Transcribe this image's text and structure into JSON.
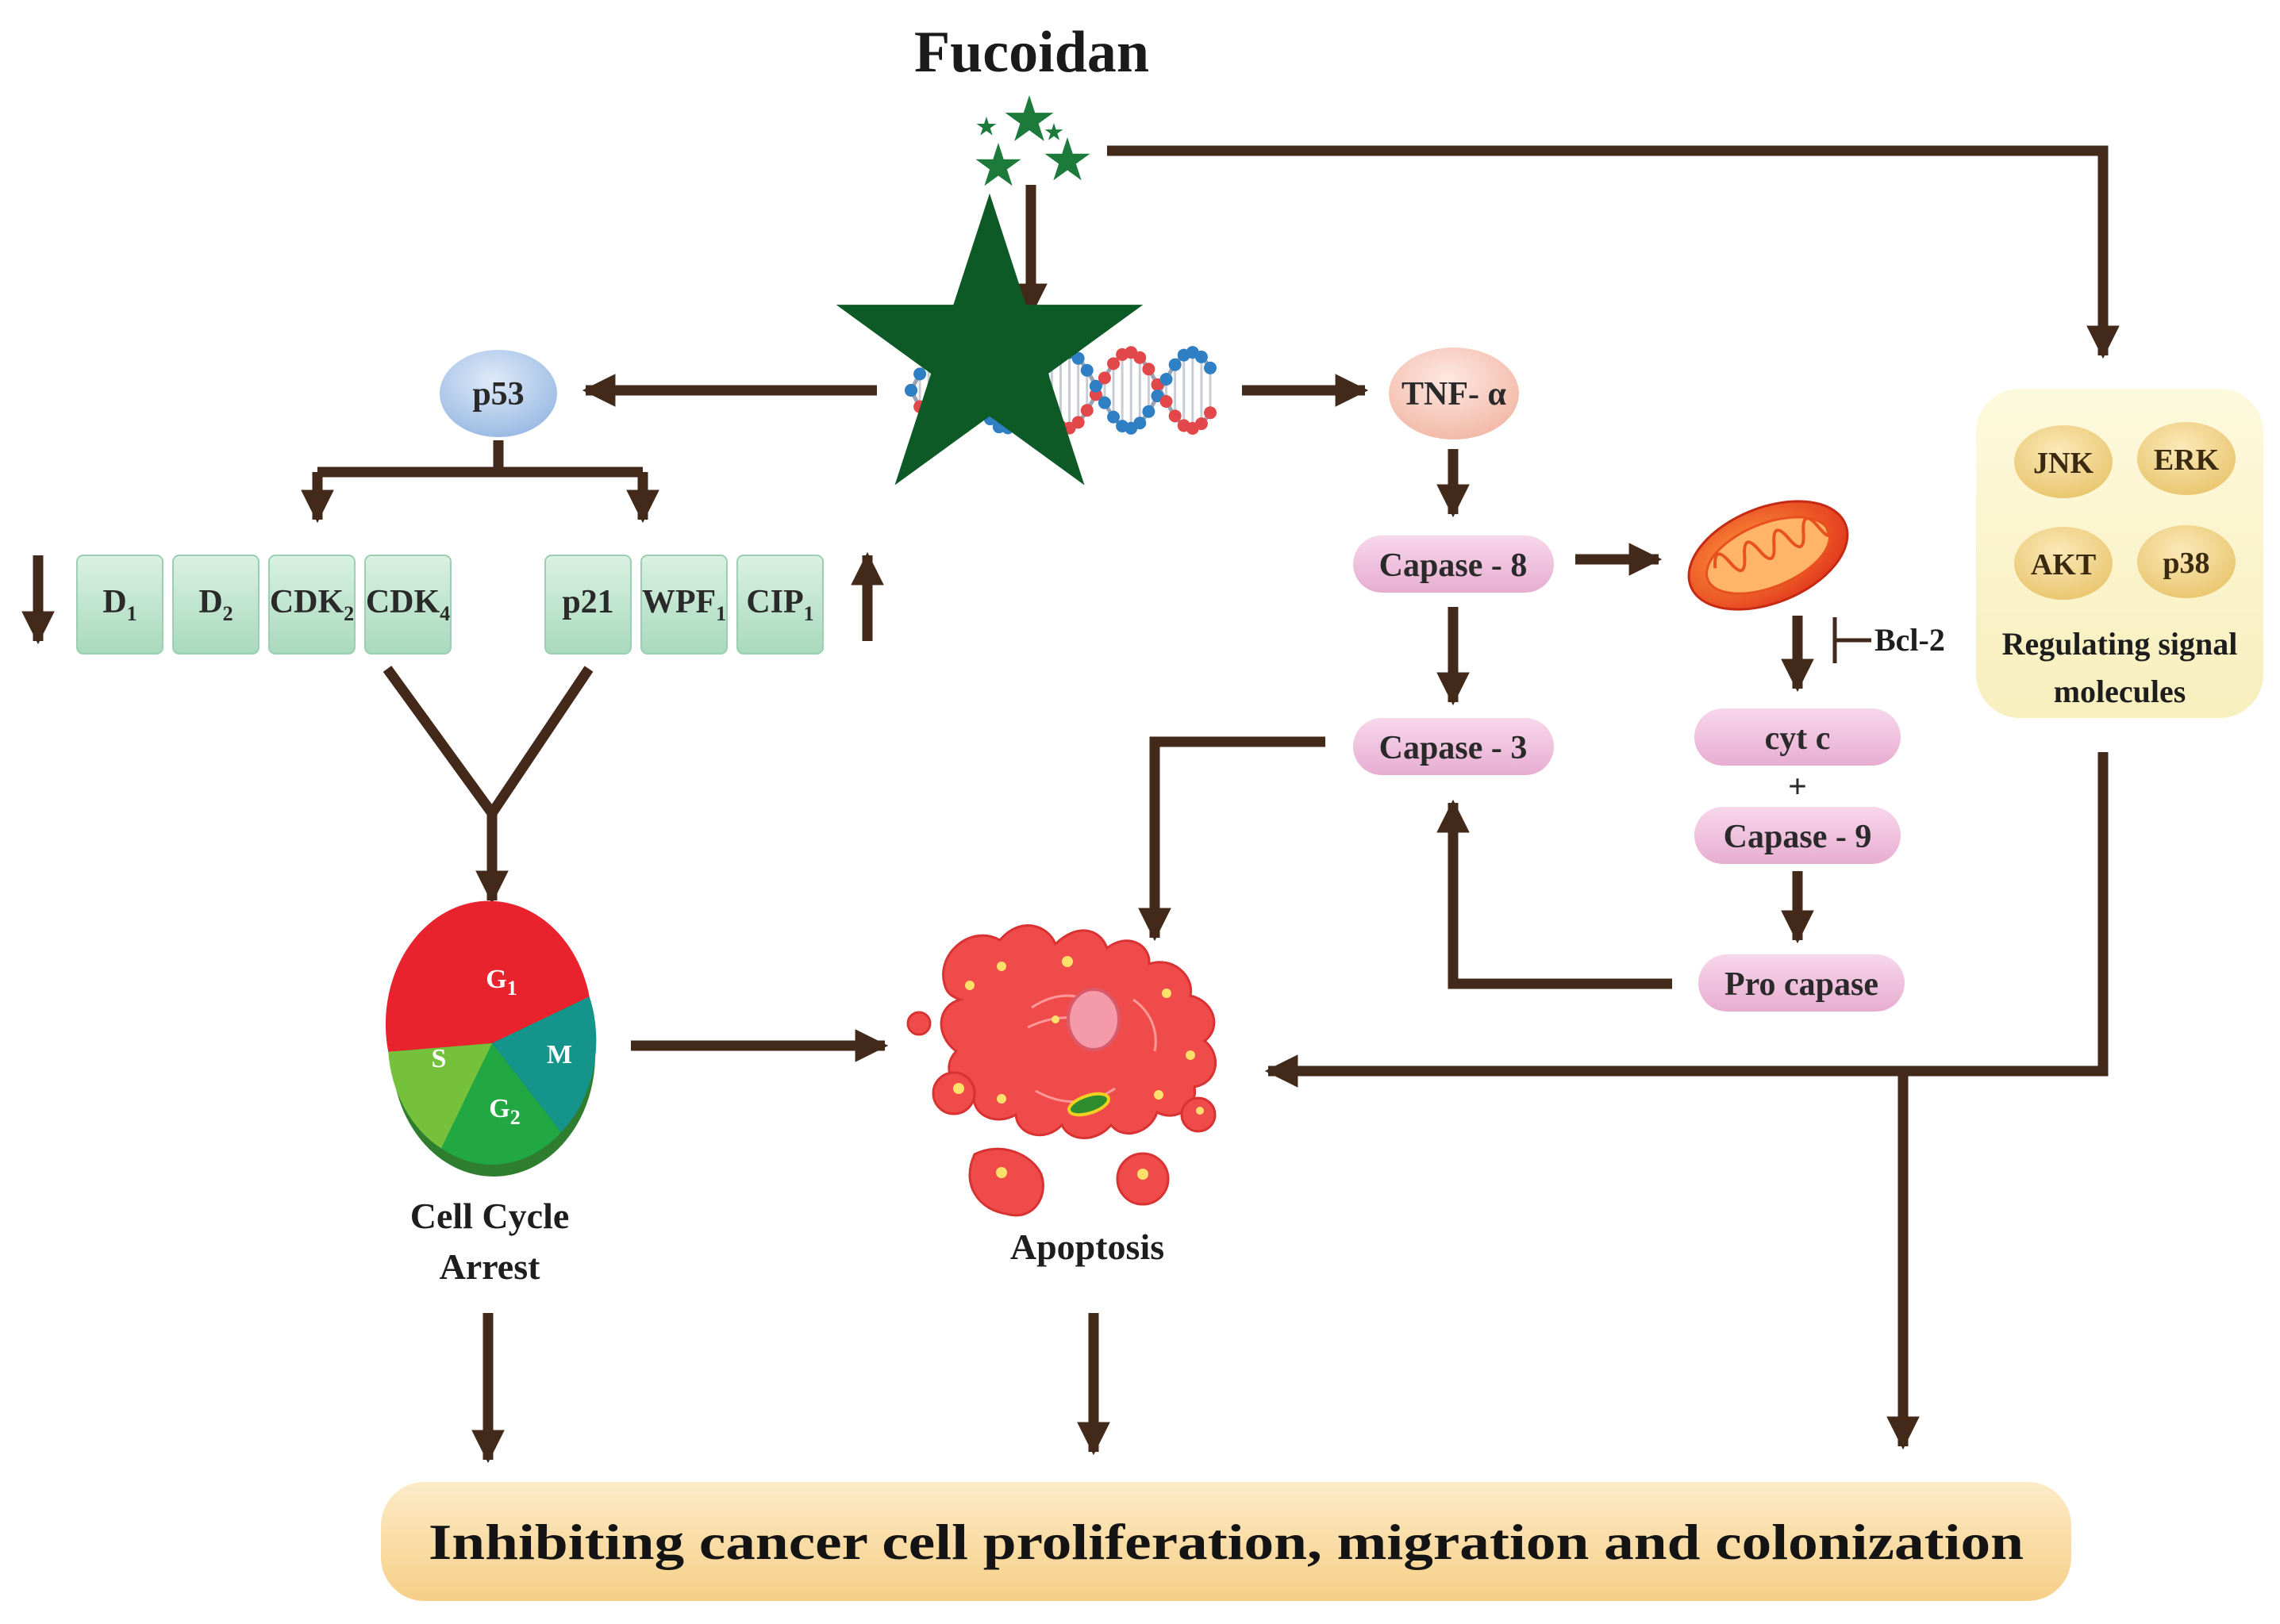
{
  "title": "Fucoidan",
  "colors": {
    "arrow": "#43291a",
    "star": "#1c7a3a",
    "p53": "#a9c6ea",
    "tnf": "#f7c9bc",
    "capase": "#f0c4df",
    "cyclin_box": "#bfe5cf",
    "kinase": "#f2d68e",
    "panel": "#fbf5cf",
    "banner": "#f8d79c",
    "pie_g1": "#e8232e",
    "pie_m": "#14948a",
    "pie_g2": "#21a843",
    "pie_s": "#75c13c",
    "apoptosis": "#ef4b4b"
  },
  "nodes": {
    "p53": "p53",
    "tnf": "TNF- α",
    "capase8": "Capase - 8",
    "capase3": "Capase - 3",
    "cytc": "cyt c",
    "plus": "+",
    "capase9": "Capase - 9",
    "procapase": "Pro capase",
    "bcl2": "Bcl-2"
  },
  "cyclins_down": [
    {
      "main": "D",
      "sub": "1"
    },
    {
      "main": "D",
      "sub": "2"
    },
    {
      "main": "CDK",
      "sub": "2"
    },
    {
      "main": "CDK",
      "sub": "4"
    }
  ],
  "cyclins_up": [
    {
      "main": "p21",
      "sub": ""
    },
    {
      "main": "WPF",
      "sub": "1"
    },
    {
      "main": "CIP",
      "sub": "1"
    }
  ],
  "cell_cycle": {
    "phases": [
      {
        "main": "G",
        "sub": "1"
      },
      {
        "main": "M",
        "sub": ""
      },
      {
        "main": "G",
        "sub": "2"
      },
      {
        "main": "S",
        "sub": ""
      }
    ],
    "label_line1": "Cell Cycle",
    "label_line2": "Arrest"
  },
  "apoptosis_label": "Apoptosis",
  "signal_panel": {
    "kinases": [
      "JNK",
      "ERK",
      "AKT",
      "p38"
    ],
    "label_line1": "Regulating signal",
    "label_line2": "molecules"
  },
  "outcome": "Inhibiting cancer cell proliferation, migration and colonization"
}
